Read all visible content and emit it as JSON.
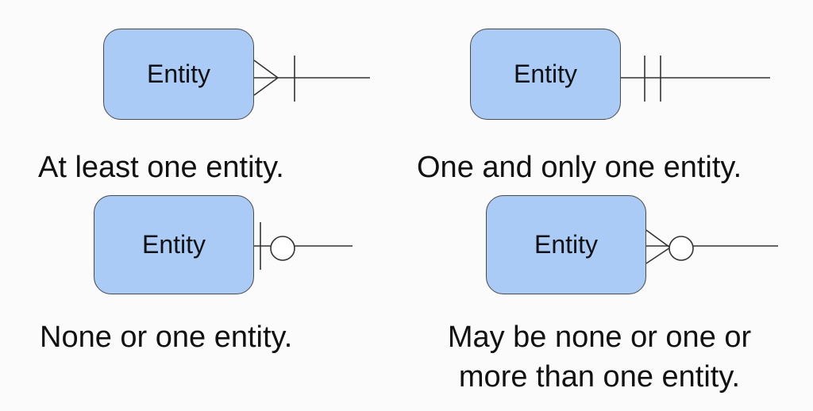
{
  "entity_label": "Entity",
  "panels": [
    {
      "notation": "one-or-many",
      "caption": "At least one entity."
    },
    {
      "notation": "one-and-only-one",
      "caption": "One and only one entity."
    },
    {
      "notation": "zero-or-one",
      "caption": "None or one entity."
    },
    {
      "notation": "zero-or-many",
      "caption_line1": "May be none or one or",
      "caption_line2": "more than one entity."
    }
  ]
}
